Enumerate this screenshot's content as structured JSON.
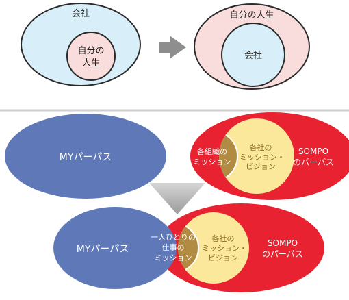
{
  "top": {
    "left_outer": "会社",
    "left_inner_line1": "自分の",
    "left_inner_line2": "人生",
    "right_outer": "自分の人生",
    "right_inner": "会社"
  },
  "bottom": {
    "my_purpose_top": "MYパーパス",
    "org_mission_line1": "各組織の",
    "org_mission_line2": "ミッション",
    "company_mission_top_line1": "各社の",
    "company_mission_top_line2": "ミッション・",
    "company_mission_top_line3": "ビジョン",
    "sompo_top_line1": "SOMPO",
    "sompo_top_line2": "のパーパス",
    "my_purpose_bottom": "MYパーパス",
    "individual_mission_line1": "一人ひとりの",
    "individual_mission_line2": "仕事の",
    "individual_mission_line3": "ミッション",
    "company_mission_bottom_line1": "各社の",
    "company_mission_bottom_line2": "ミッション・",
    "company_mission_bottom_line3": "ビジョン",
    "sompo_bottom_line1": "SOMPO",
    "sompo_bottom_line2": "のパーパス"
  },
  "colors": {
    "light_blue": "#d8eef8",
    "pink": "#f9dcdc",
    "red": "#e82230",
    "blue": "#5f79b8",
    "yellow": "#fbe89a",
    "gold": "#b28b43",
    "arrow_gray": "#8e8e8e",
    "divider": "#cfcfcf"
  }
}
